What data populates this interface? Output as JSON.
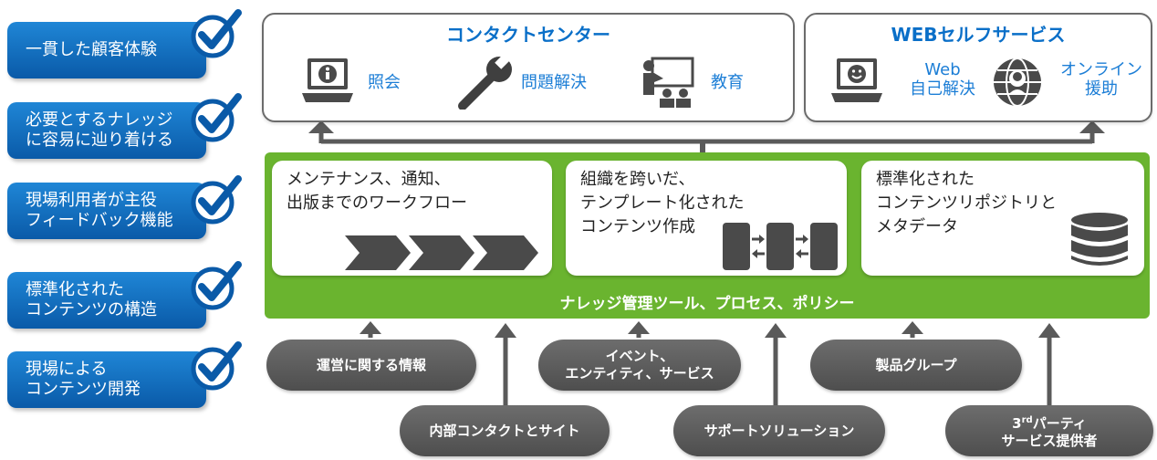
{
  "benefits": [
    "一貫した顧客体験",
    "必要とするナレッジ\nに容易に辿り着ける",
    "現場利用者が主役\nフィードバック機能",
    "標準化された\nコンテンツの構造",
    "現場による\nコンテンツ開発"
  ],
  "contact_center": {
    "title": "コンタクトセンター",
    "items": [
      "照会",
      "問題解決",
      "教育"
    ]
  },
  "web_self_service": {
    "title": "WEBセルフサービス",
    "items": [
      "Web\n自己解決",
      "オンライン\n援助"
    ]
  },
  "platform": {
    "cards": [
      "メンテナンス、通知、\n出版までのワークフロー",
      "組織を跨いだ、\nテンプレート化された\nコンテンツ作成",
      "標準化された\nコンテンツリポジトリと\nメタデータ"
    ],
    "caption": "ナレッジ管理ツール、プロセス、ポリシー"
  },
  "sources": {
    "upper": [
      "運営に関する情報",
      "イベント、\nエンティティ、サービス",
      "製品グループ"
    ],
    "lower": [
      "内部コンタクトとサイト",
      "サポートソリューション"
    ],
    "third_party_prefix": "3",
    "third_party_sup": "rd",
    "third_party_rest": "パーティ",
    "third_party_line2": "サービス提供者"
  },
  "colors": {
    "blue": "#0a6fc8",
    "green": "#6ab42f",
    "gray": "#5a5a5a"
  }
}
